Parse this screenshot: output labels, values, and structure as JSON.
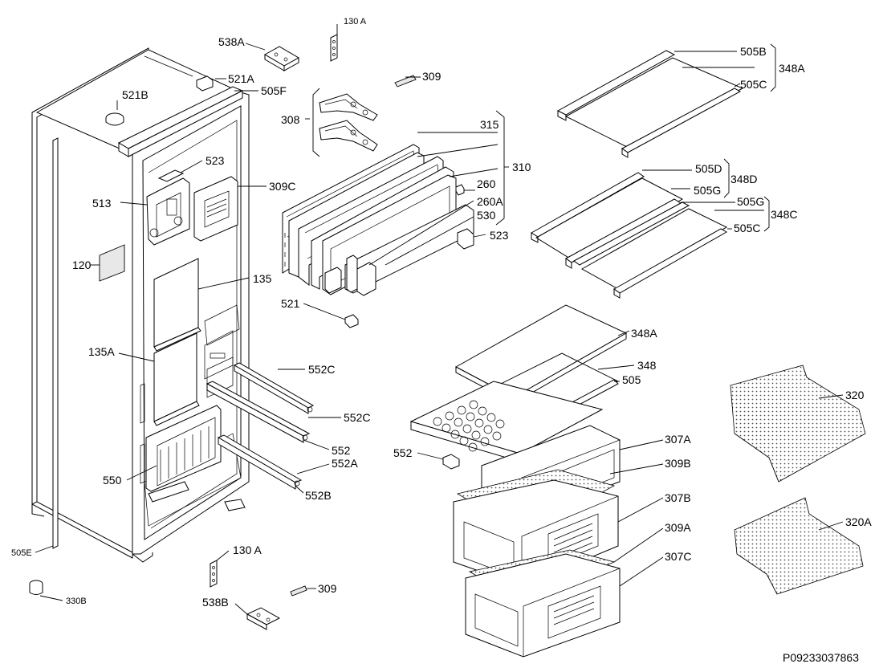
{
  "document_id": "P09233037863",
  "labels": {
    "l_130A_top": "130 A",
    "l_538A": "538A",
    "l_521A": "521A",
    "l_521B": "521B",
    "l_505F": "505F",
    "l_309_top": "309",
    "l_308": "308",
    "l_315": "315",
    "l_310": "310",
    "l_260": "260",
    "l_260A": "260A",
    "l_530": "530",
    "l_523_right": "523",
    "l_523_left": "523",
    "l_309C": "309C",
    "l_513": "513",
    "l_120": "120",
    "l_135": "135",
    "l_135A": "135A",
    "l_521_mid": "521",
    "l_552C_1": "552C",
    "l_552C_2": "552C",
    "l_552": "552",
    "l_552A": "552A",
    "l_552B": "552B",
    "l_550": "550",
    "l_505E": "505E",
    "l_330B": "330B",
    "l_130A_bottom": "130 A",
    "l_538B": "538B",
    "l_309_bottom": "309",
    "l_505B": "505B",
    "l_348A_top": "348A",
    "l_505C_top": "505C",
    "l_505D": "505D",
    "l_348D": "348D",
    "l_505G_1": "505G",
    "l_505G_2": "505G",
    "l_348C": "348C",
    "l_505C_mid": "505C",
    "l_348A_mid": "348A",
    "l_348": "348",
    "l_505": "505",
    "l_552_drawer": "552",
    "l_307A": "307A",
    "l_309B": "309B",
    "l_307B": "307B",
    "l_309A": "309A",
    "l_307C": "307C",
    "l_320": "320",
    "l_320A": "320A"
  }
}
